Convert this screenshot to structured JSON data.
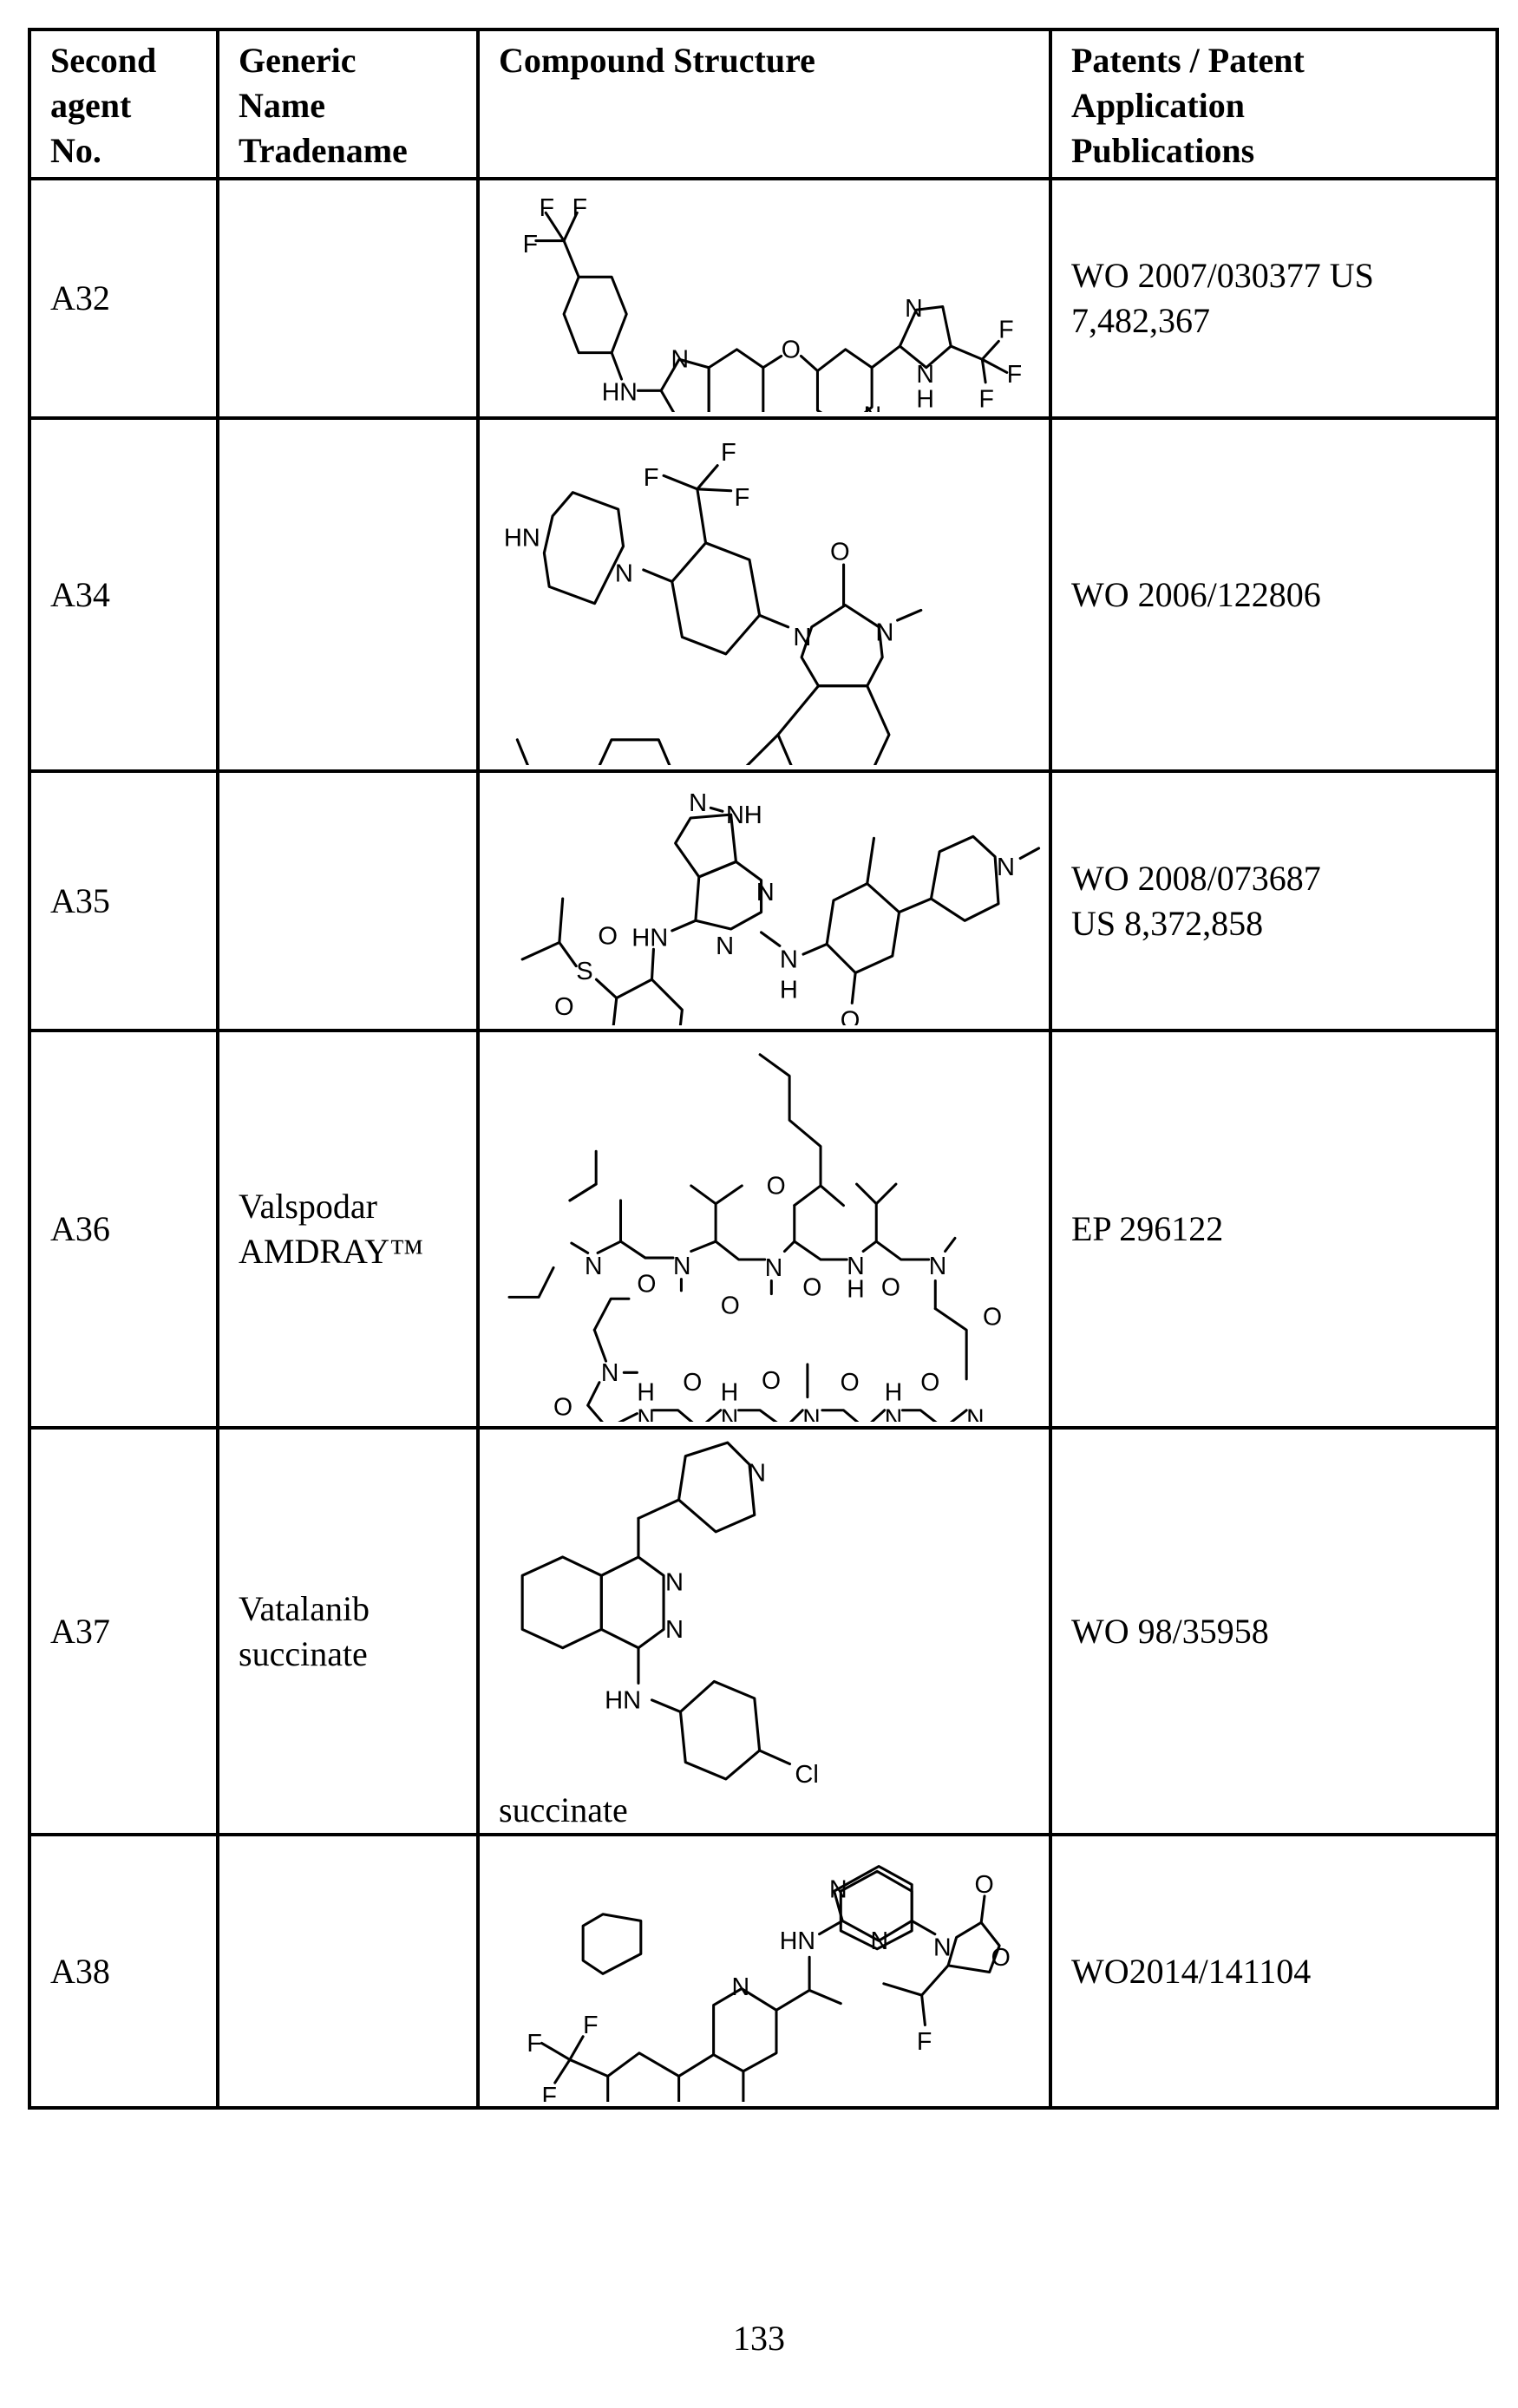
{
  "table": {
    "headers": {
      "agent_no": "Second agent No.",
      "generic_name": "Generic Name Tradename",
      "structure": "Compound Structure",
      "patents": "Patents / Patent Application Publications"
    },
    "header_lines": {
      "agent_no": [
        "Second",
        "agent",
        "No."
      ],
      "generic_name": [
        "Generic",
        "Name",
        "Tradename"
      ],
      "patents": [
        "Patents / Patent",
        "Application",
        "Publications"
      ]
    },
    "rows": [
      {
        "agent_no": "A32",
        "generic_name": "",
        "tradename": "",
        "structure_desc": "N-(4-trifluoromethylphenyl)-1-methylbenzimidazol-2-amine linked via O to pyridyl-(4-trifluoromethyl)imidazole",
        "structure_label": "",
        "patents": "WO 2007/030377  US 7,482,367"
      },
      {
        "agent_no": "A34",
        "generic_name": "",
        "tradename": "",
        "structure_desc": "Piperazinyl-trifluoromethylphenyl imidazoquinolinone with methoxypyridinyl substituent",
        "structure_label": "",
        "patents": "WO 2006/122806"
      },
      {
        "agent_no": "A35",
        "generic_name": "",
        "tradename": "",
        "structure_desc": "Pyrazolopyrimidine diamine with isopropylsulfonylphenyl and isopropoxy-methyl-piperidinylphenyl groups",
        "structure_label": "",
        "patents_lines": [
          "WO 2008/073687",
          "US 8,372,858"
        ],
        "patents": "WO 2008/073687 US 8,372,858"
      },
      {
        "agent_no": "A36",
        "generic_name": "Valspodar",
        "tradename": "AMDRAY™",
        "structure_desc": "Cyclic undecapeptide (cyclosporin analog)",
        "structure_label": "",
        "patents": "EP 296122"
      },
      {
        "agent_no": "A37",
        "generic_name": "Vatalanib",
        "tradename": "succinate",
        "structure_desc": "1-(4-chloroanilino)-4-(4-pyridylmethyl)phthalazine",
        "structure_label": "succinate",
        "patents": "WO 98/35958"
      },
      {
        "agent_no": "A38",
        "generic_name": "",
        "tradename": "",
        "structure_desc": "Trifluoromethyl-bipyridinyl ethylamino pyrimidine oxazolidinone with fluoroethyl group",
        "structure_label": "",
        "patents": "WO2014/141104"
      }
    ],
    "atom_labels": {
      "F": "F",
      "N": "N",
      "NH": "NH",
      "HN": "HN",
      "H": "H",
      "O": "O",
      "S": "S",
      "Cl": "Cl"
    }
  },
  "page": {
    "number": "133"
  }
}
